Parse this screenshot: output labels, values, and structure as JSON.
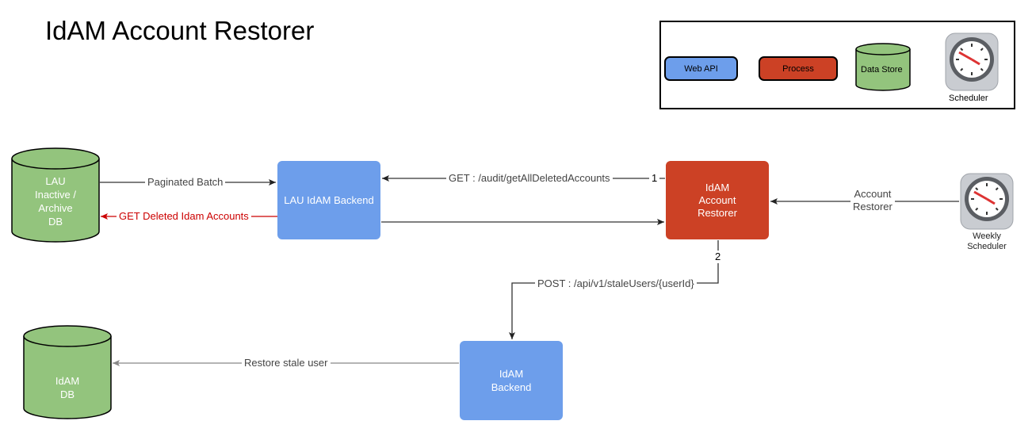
{
  "title": "IdAM Account Restorer",
  "legend": {
    "web_api": "Web API",
    "process": "Process",
    "data_store": "Data Store",
    "scheduler": "Scheduler"
  },
  "nodes": {
    "lau_db": [
      "LAU",
      "Inactive /",
      "Archive",
      "DB"
    ],
    "lau_backend": "LAU IdAM Backend",
    "restorer": [
      "IdAM",
      "Account",
      "Restorer"
    ],
    "weekly_scheduler": [
      "Weekly",
      "Scheduler"
    ],
    "idam_db": [
      "IdAM",
      "DB"
    ],
    "idam_backend": [
      "IdAM",
      "Backend"
    ]
  },
  "edges": {
    "paginated_batch": "Paginated Batch",
    "get_deleted": "GET Deleted Idam Accounts",
    "get_audit": "GET : /audit/getAllDeletedAccounts",
    "step1": "1",
    "step2": "2",
    "account_restorer": [
      "Account",
      "Restorer"
    ],
    "post_stale": "POST : /api/v1/staleUsers/{userId}",
    "restore_stale": "Restore stale user"
  },
  "colors": {
    "web_api": "#6d9eeb",
    "process": "#cc4125",
    "data_store": "#93c47d"
  }
}
